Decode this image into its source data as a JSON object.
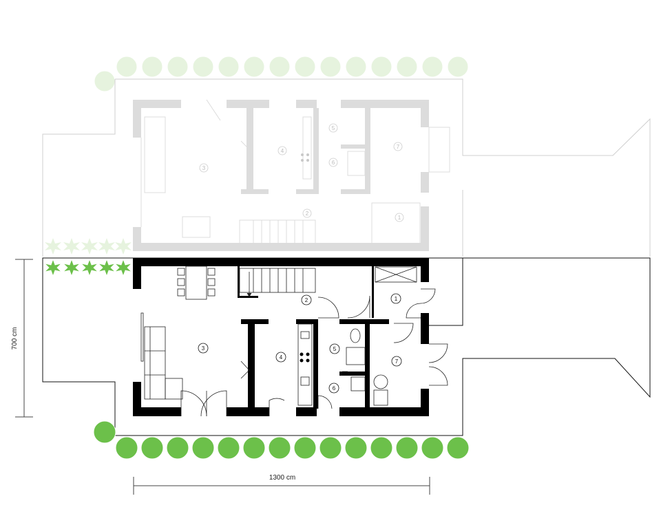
{
  "dimensions": {
    "width_label": "1300 cm",
    "height_label": "700 cm"
  },
  "floor_plan": {
    "room_numbers": [
      "1",
      "2",
      "3",
      "4",
      "5",
      "6",
      "7"
    ],
    "ghost_room_numbers": [
      "1",
      "2",
      "3",
      "4",
      "5",
      "6",
      "7"
    ]
  },
  "colors": {
    "wall": "#000000",
    "ghost_wall": "#dcdcdc",
    "tree": "#6cc04a",
    "tree_stroke": "#ffffff",
    "ghost_tree": "#e6f3de",
    "outline": "#111111",
    "ghost_outline": "#cfcfcf"
  },
  "icons": [
    "round-tree-icon",
    "star-shrub-icon",
    "door-swing-icon",
    "stair-icon",
    "stove-icon"
  ]
}
